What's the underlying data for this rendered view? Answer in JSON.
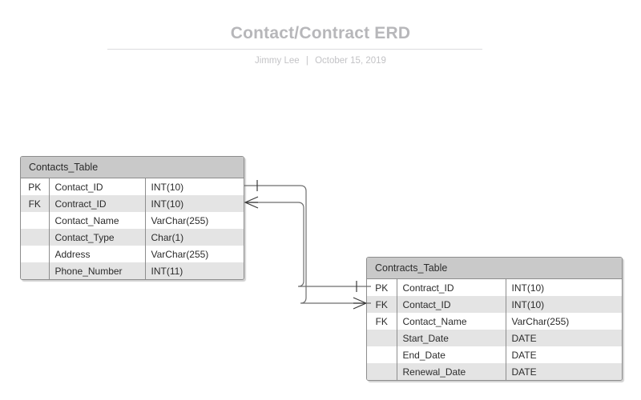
{
  "document": {
    "title": "Contact/Contract ERD",
    "author": "Jimmy Lee",
    "separator": "|",
    "date": "October 15, 2019"
  },
  "colors": {
    "title_text": "#b7b7ba",
    "byline_text": "#c3c3c6",
    "divider": "#dcdcde",
    "entity_border": "#8d8d8d",
    "entity_header_fill": "#c9c9c9",
    "row_alt_fill": "#e4e4e4",
    "row_fill": "#ffffff",
    "connector_line": "#6e6e6e",
    "page_background": "#ffffff"
  },
  "entities": [
    {
      "id": "contacts",
      "name": "Contacts_Table",
      "columns": [
        {
          "key": "PK",
          "name": "Contact_ID",
          "type": "INT(10)"
        },
        {
          "key": "FK",
          "name": "Contract_ID",
          "type": "INT(10)"
        },
        {
          "key": "",
          "name": "Contact_Name",
          "type": "VarChar(255)"
        },
        {
          "key": "",
          "name": "Contact_Type",
          "type": "Char(1)"
        },
        {
          "key": "",
          "name": "Address",
          "type": "VarChar(255)"
        },
        {
          "key": "",
          "name": "Phone_Number",
          "type": "INT(11)"
        }
      ]
    },
    {
      "id": "contracts",
      "name": "Contracts_Table",
      "columns": [
        {
          "key": "PK",
          "name": "Contract_ID",
          "type": "INT(10)"
        },
        {
          "key": "FK",
          "name": "Contact_ID",
          "type": "INT(10)"
        },
        {
          "key": "FK",
          "name": "Contact_Name",
          "type": "VarChar(255)"
        },
        {
          "key": "",
          "name": "Start_Date",
          "type": "DATE"
        },
        {
          "key": "",
          "name": "End_Date",
          "type": "DATE"
        },
        {
          "key": "",
          "name": "Renewal_Date",
          "type": "DATE"
        }
      ]
    }
  ],
  "relationships": [
    {
      "id": "contacts-pk-to-contracts-fk",
      "from_entity": "Contacts_Table",
      "from_column": "Contact_ID",
      "from_cardinality": "one",
      "to_entity": "Contracts_Table",
      "to_column": "Contact_ID",
      "to_cardinality": "many",
      "notation": "crows-foot"
    },
    {
      "id": "contracts-pk-to-contacts-fk",
      "from_entity": "Contracts_Table",
      "from_column": "Contract_ID",
      "from_cardinality": "one",
      "to_entity": "Contacts_Table",
      "to_column": "Contract_ID",
      "to_cardinality": "many",
      "notation": "crows-foot"
    }
  ]
}
